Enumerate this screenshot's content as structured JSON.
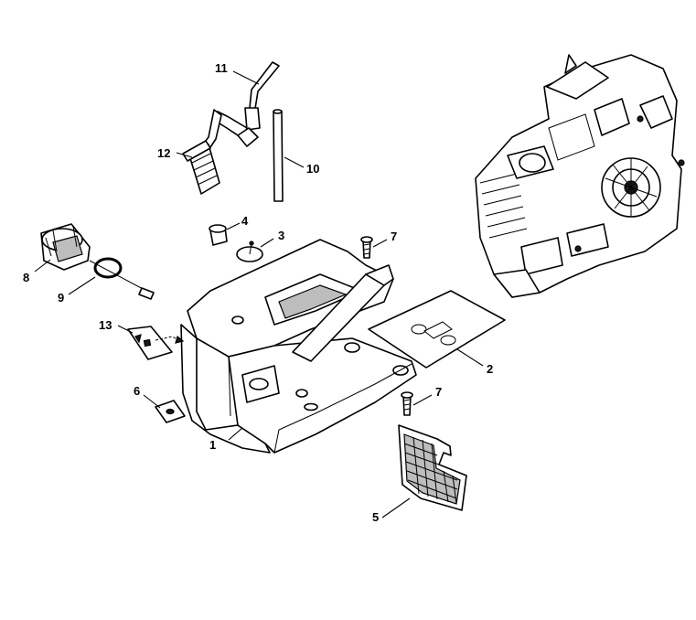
{
  "callouts": {
    "c1": "1",
    "c2": "2",
    "c3": "3",
    "c4": "4",
    "c5": "5",
    "c6": "6",
    "c7a": "7",
    "c7b": "7",
    "c8": "8",
    "c9": "9",
    "c10": "10",
    "c11": "11",
    "c12": "12",
    "c13": "13"
  }
}
